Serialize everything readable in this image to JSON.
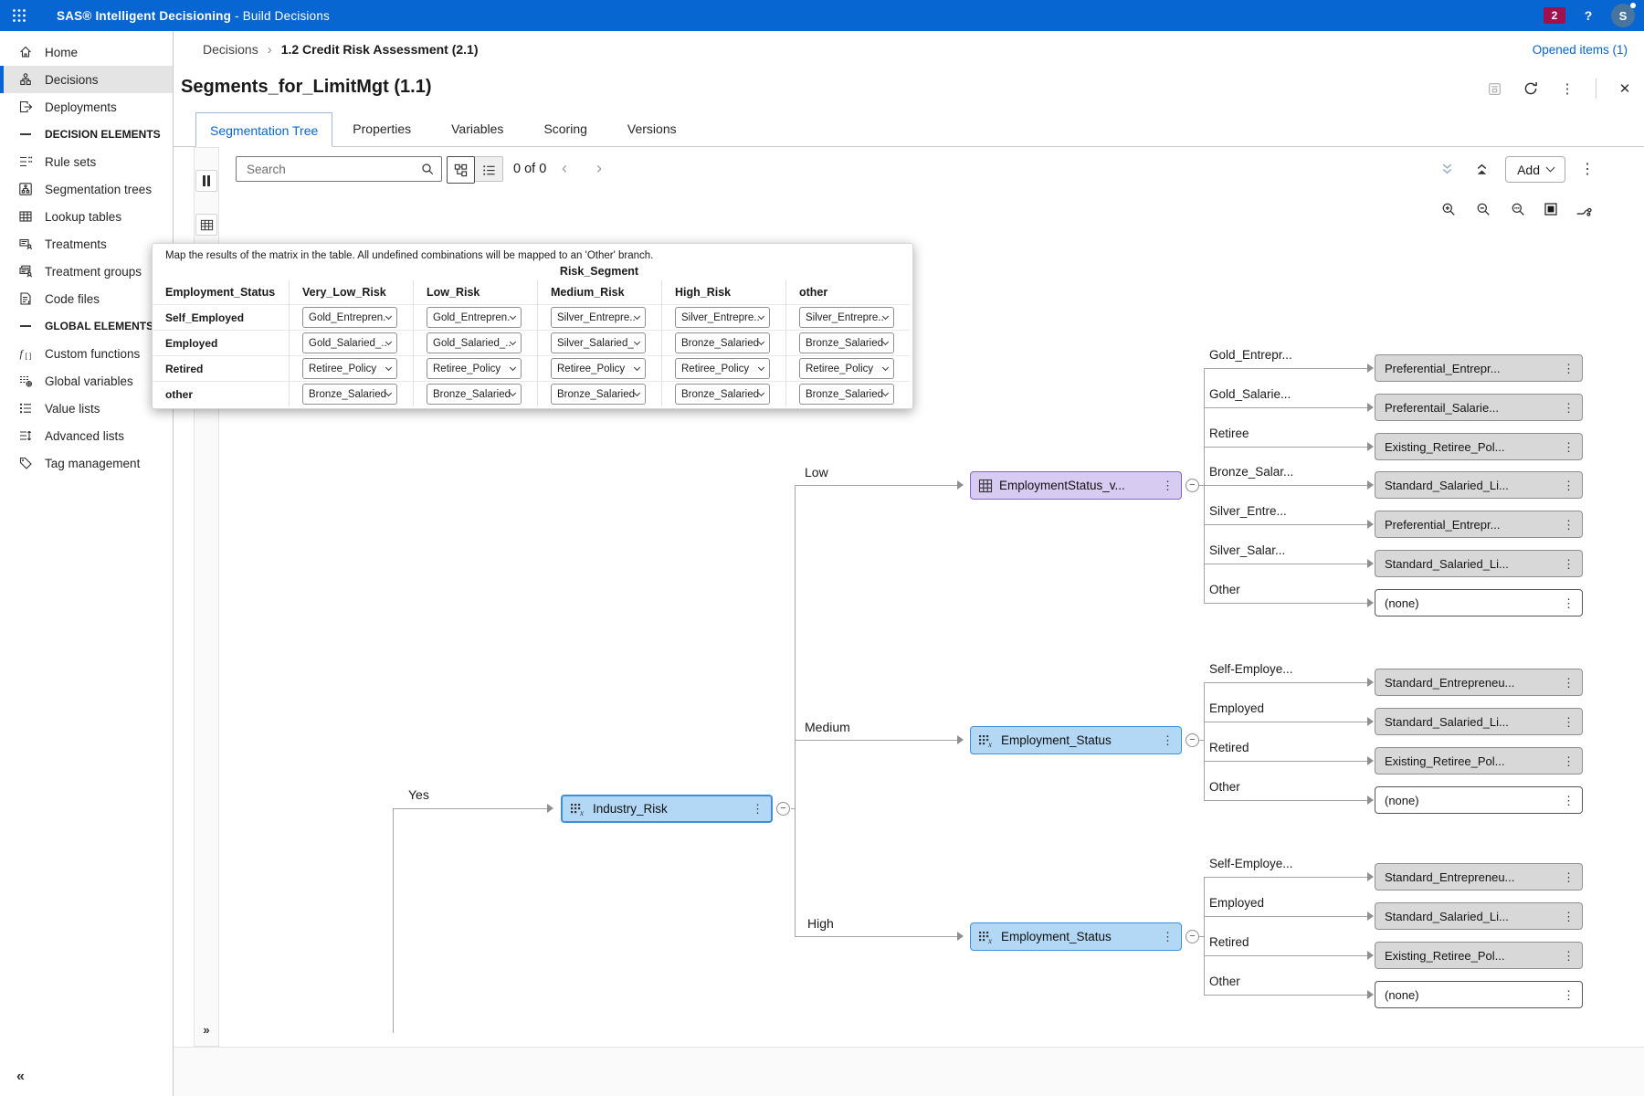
{
  "app": {
    "product": "SAS® Intelligent Decisioning",
    "separator": "-",
    "section": "Build Decisions",
    "notification_count": "2",
    "help": "?",
    "avatar_initial": "S"
  },
  "glyphs": {
    "more": "⋮",
    "close": "✕",
    "prev": "‹",
    "next": "›",
    "collapse_sidebar": "«",
    "expand_panel": "»",
    "minus": "−",
    "breadcrumb_sep": "›"
  },
  "sidebar": {
    "items": [
      {
        "label": "Home"
      },
      {
        "label": "Decisions",
        "active": true
      },
      {
        "label": "Deployments"
      },
      {
        "label": "DECISION ELEMENTS",
        "header": true
      },
      {
        "label": "Rule sets"
      },
      {
        "label": "Segmentation trees"
      },
      {
        "label": "Lookup tables"
      },
      {
        "label": "Treatments"
      },
      {
        "label": "Treatment groups"
      },
      {
        "label": "Code files"
      },
      {
        "label": "GLOBAL ELEMENTS",
        "header": true
      },
      {
        "label": "Custom functions"
      },
      {
        "label": "Global variables"
      },
      {
        "label": "Value lists"
      },
      {
        "label": "Advanced lists"
      },
      {
        "label": "Tag management"
      }
    ]
  },
  "breadcrumb": {
    "parent": "Decisions",
    "current": "1.2 Credit Risk Assessment (2.1)",
    "opened_items": "Opened items (1)"
  },
  "page": {
    "title": "Segments_for_LimitMgt (1.1)"
  },
  "tabs": [
    {
      "label": "Segmentation Tree",
      "active": true
    },
    {
      "label": "Properties"
    },
    {
      "label": "Variables"
    },
    {
      "label": "Scoring"
    },
    {
      "label": "Versions"
    }
  ],
  "toolbar": {
    "search_placeholder": "Search",
    "match_count": "0 of 0",
    "add_label": "Add"
  },
  "matrix": {
    "note": "Map the results of the matrix in the table. All undefined combinations will be mapped to an 'Other' branch.",
    "group_header": "Risk_Segment",
    "row_header": "Employment_Status",
    "columns": [
      "Very_Low_Risk",
      "Low_Risk",
      "Medium_Risk",
      "High_Risk",
      "other"
    ],
    "rows": [
      {
        "label": "Self_Employed",
        "values": [
          "Gold_Entrepren...",
          "Gold_Entrepren...",
          "Silver_Entrepre...",
          "Silver_Entrepre...",
          "Silver_Entrepre..."
        ]
      },
      {
        "label": "Employed",
        "values": [
          "Gold_Salaried_...",
          "Gold_Salaried_...",
          "Silver_Salaried_...",
          "Bronze_Salaried...",
          "Bronze_Salaried..."
        ]
      },
      {
        "label": "Retired",
        "values": [
          "Retiree_Policy",
          "Retiree_Policy",
          "Retiree_Policy",
          "Retiree_Policy",
          "Retiree_Policy"
        ]
      },
      {
        "label": "other",
        "values": [
          "Bronze_Salaried...",
          "Bronze_Salaried...",
          "Bronze_Salaried...",
          "Bronze_Salaried...",
          "Bronze_Salaried..."
        ]
      }
    ]
  },
  "tree": {
    "root": {
      "branch_label": "Yes",
      "label": "Industry_Risk"
    },
    "level2": [
      {
        "branch_label": "Low",
        "label": "EmploymentStatus_v...",
        "type": "matrix"
      },
      {
        "branch_label": "Medium",
        "label": "Employment_Status",
        "type": "variable"
      },
      {
        "branch_label": "High",
        "label": "Employment_Status",
        "type": "variable"
      }
    ],
    "groups": [
      {
        "leaves": [
          {
            "branch": "Gold_Entrepr...",
            "box": "Preferential_Entrepr..."
          },
          {
            "branch": "Gold_Salarie...",
            "box": "Preferentail_Salarie..."
          },
          {
            "branch": "Retiree",
            "box": "Existing_Retiree_Pol..."
          },
          {
            "branch": "Bronze_Salar...",
            "box": "Standard_Salaried_Li..."
          },
          {
            "branch": "Silver_Entre...",
            "box": "Preferential_Entrepr..."
          },
          {
            "branch": "Silver_Salar...",
            "box": "Standard_Salaried_Li..."
          },
          {
            "branch": "Other",
            "box": "(none)",
            "none": true
          }
        ]
      },
      {
        "leaves": [
          {
            "branch": "Self-Employe...",
            "box": "Standard_Entrepreneu..."
          },
          {
            "branch": "Employed",
            "box": "Standard_Salaried_Li..."
          },
          {
            "branch": "Retired",
            "box": "Existing_Retiree_Pol..."
          },
          {
            "branch": "Other",
            "box": "(none)",
            "none": true
          }
        ]
      },
      {
        "leaves": [
          {
            "branch": "Self-Employe...",
            "box": "Standard_Entrepreneu..."
          },
          {
            "branch": "Employed",
            "box": "Standard_Salaried_Li..."
          },
          {
            "branch": "Retired",
            "box": "Existing_Retiree_Pol..."
          },
          {
            "branch": "Other",
            "box": "(none)",
            "none": true
          }
        ]
      }
    ]
  },
  "colors": {
    "topbar": "#0766d1",
    "accent": "#0766d1",
    "badge": "#a0104c",
    "node_fill": "#b3d8f6",
    "node_border": "#3e8ede",
    "matrix_node_fill": "#d8cbf2",
    "matrix_node_border": "#8266cf",
    "leaf_fill": "#d8d8d8",
    "connector": "#a3a3a3"
  }
}
